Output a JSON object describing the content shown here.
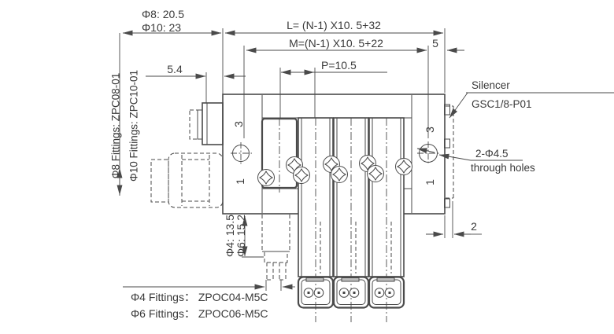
{
  "dimensions": {
    "fitting_protrusion": {
      "line1": "Φ8: 20.5",
      "line2": "Φ10: 23"
    },
    "overall_length": "L= (N-1) X10. 5+32",
    "hole_pitch": "M=(N-1) X10. 5+22",
    "end_offset": "5",
    "station_pitch": "P=10.5",
    "port_offset": "5.4",
    "silencer_gap": "2",
    "bottom_fitting_height": {
      "line1": "Φ4: 13.5",
      "line2": "Φ6: 15.2"
    }
  },
  "callouts": {
    "silencer": {
      "line1": "Silencer",
      "line2": "GSC1/8-P01"
    },
    "through_holes": {
      "line1": "2-Φ4.5",
      "line2": "through holes"
    },
    "side_fittings": {
      "line1": "Φ8 Fittings: ZPC08-01",
      "line2": "Φ10 Fittings: ZPC10-01"
    },
    "bottom_fittings": {
      "line1": "Φ4 Fittings： ZPOC04-M5C",
      "line2": "Φ6 Fittings： ZPOC06-M5C"
    }
  },
  "port_labels": {
    "left_top": "3",
    "left_bottom": "1",
    "right_top": "3",
    "right_bottom": "1"
  },
  "colors": {
    "line": "#4a4a4a",
    "text": "#3a3a3a",
    "background": "#ffffff"
  }
}
